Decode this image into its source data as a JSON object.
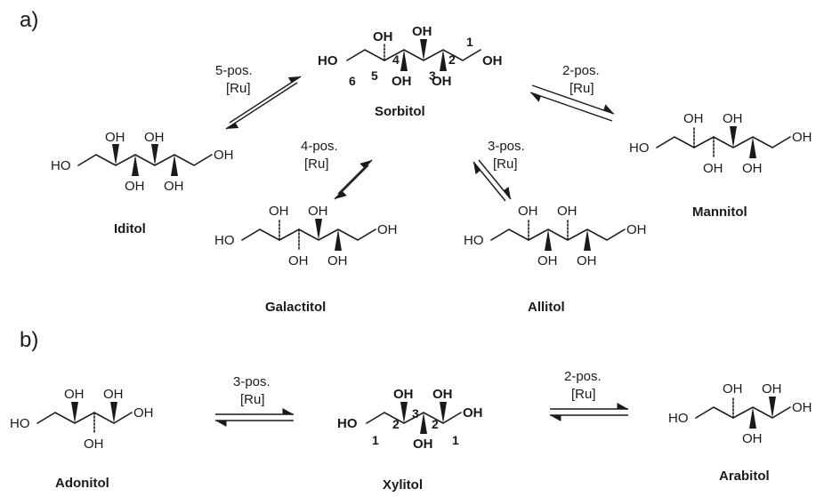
{
  "section_a": "a)",
  "section_b": "b)",
  "OH": "OH",
  "HO": "HO",
  "molecules": {
    "sorbitol": "Sorbitol",
    "iditol": "Iditol",
    "galactitol": "Galactitol",
    "allitol": "Allitol",
    "mannitol": "Mannitol",
    "adonitol": "Adonitol",
    "xylitol": "Xylitol",
    "arabitol": "Arabitol"
  },
  "catalyst": "[Ru]",
  "conditions": {
    "five": "5-pos.",
    "four": "4-pos.",
    "three": "3-pos.",
    "two": "2-pos.",
    "b_three": "3-pos.",
    "b_two": "2-pos."
  },
  "sorbitol_numbers": [
    "1",
    "2",
    "3",
    "4",
    "5",
    "6"
  ],
  "xylitol_numbers": [
    "1",
    "2",
    "3",
    "2",
    "1"
  ]
}
